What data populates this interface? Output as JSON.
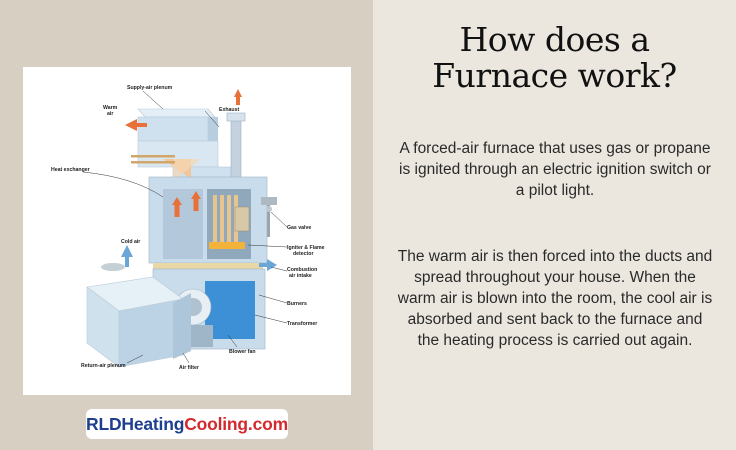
{
  "title": {
    "line1": "How does a",
    "line2": "Furnace work?"
  },
  "paragraphs": [
    "A forced-air furnace that uses gas or propane is ignited through an electric ignition switch or a pilot light.",
    "The warm air is then forced into the ducts and spread throughout your house. When the warm air is blown into the room, the cool air is absorbed and sent back to the furnace and the heating process is carried out again."
  ],
  "brand": {
    "part1": "RLDHeating",
    "part2": "Cooling.com"
  },
  "diagram": {
    "labels": {
      "supply_air_plenum": "Supply-air plenum",
      "warm_air_1": "Warm",
      "warm_air_2": "air",
      "exhaust": "Exhaust",
      "heat_exchanger": "Heat exchanger",
      "gas_valve": "Gas valve",
      "cold_air": "Cold air",
      "igniter_1": "Igniter & Flame",
      "igniter_2": "detector",
      "combustion_1": "Combustion",
      "combustion_2": "air intake",
      "burners": "Burners",
      "transformer": "Transformer",
      "blower_fan": "Blower fan",
      "return_air_plenum": "Return-air plenum",
      "air_filter": "Air filter"
    }
  },
  "colors": {
    "left_background": "#d8cfc3",
    "right_background": "#ebe7df",
    "brand_blue": "#1e3f8f",
    "brand_red": "#d42a2f",
    "warm_arrow": "#e8713a",
    "cold_arrow": "#6aa7d8"
  }
}
